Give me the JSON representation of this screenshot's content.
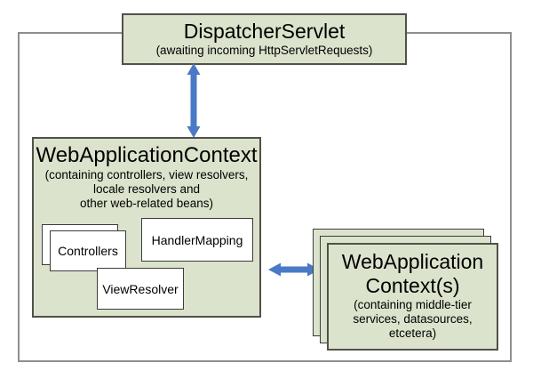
{
  "diagram": {
    "dispatcher": {
      "title": "DispatcherServlet",
      "subtitle": "(awaiting incoming HttpServletRequests)"
    },
    "web_context": {
      "title": "WebApplicationContext",
      "subtitle_lines": [
        "(containing controllers, view resolvers,",
        "locale resolvers and",
        "other web-related beans)"
      ],
      "beans": {
        "controllers": "Controllers",
        "handler_mapping": "HandlerMapping",
        "view_resolver": "ViewResolver"
      }
    },
    "root_contexts": {
      "title_lines": [
        "WebApplication",
        "Context(s)"
      ],
      "subtitle_lines": [
        "(containing middle-tier",
        "services, datasources,",
        "etcetera)"
      ]
    },
    "colors": {
      "box_fill": "#dce3cc",
      "box_border": "#51514a",
      "inner_box_border": "#3c3c3c",
      "frame_border": "#8e8e8e",
      "arrow": "#4a7ac6",
      "text": "#000000"
    }
  }
}
